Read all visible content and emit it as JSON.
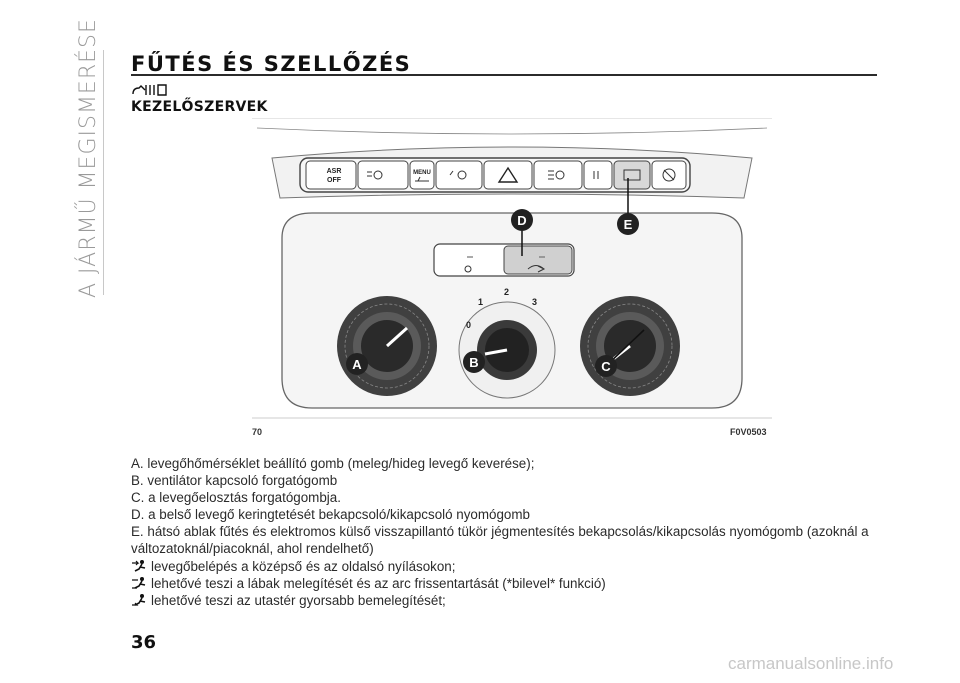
{
  "side_tab": "A JÁRMŰ MEGISMERÉSE",
  "section_title": "FŰTÉS ÉS SZELLŐZÉS",
  "subsection_title": "KEZELŐSZERVEK",
  "figure": {
    "page_label": "70",
    "code": "F0V0503",
    "callouts": {
      "a": "A",
      "b": "B",
      "c": "C",
      "d": "D",
      "e": "E"
    },
    "buttons": {
      "asr": "ASR",
      "off": "OFF",
      "menu": "MENU"
    },
    "fan_scale": {
      "zero": "0",
      "one": "1",
      "two": "2",
      "three": "3"
    }
  },
  "captions": [
    "A. levegőhőmérséklet beállító gomb (meleg/hideg levegő keverése);",
    "B. ventilátor kapcsoló forgatógomb",
    "C. a levegőelosztás forgatógombja.",
    "D. a belső levegő keringtetését bekapcsoló/kikapcsoló nyomógomb",
    "E. hátsó ablak fűtés és elektromos külső visszapillantó tükör jégmentesítés bekapcsolás/kikapcsolás nyomógomb (azoknál a",
    "változatoknál/piacoknál, ahol rendelhető)"
  ],
  "icon_captions": [
    {
      "icon": "airflow-face-icon",
      "text": "levegőbelépés a középső és az oldalsó nyílásokon;"
    },
    {
      "icon": "airflow-bilevel-icon",
      "text": "lehetővé teszi a lábak melegítését és az arc frissentartását (*bilevel* funkció)"
    },
    {
      "icon": "airflow-feet-icon",
      "text": "lehetővé teszi az utastér gyorsabb bemelegítését;"
    }
  ],
  "page_number": "36",
  "watermark": "carmanualsonline.info"
}
